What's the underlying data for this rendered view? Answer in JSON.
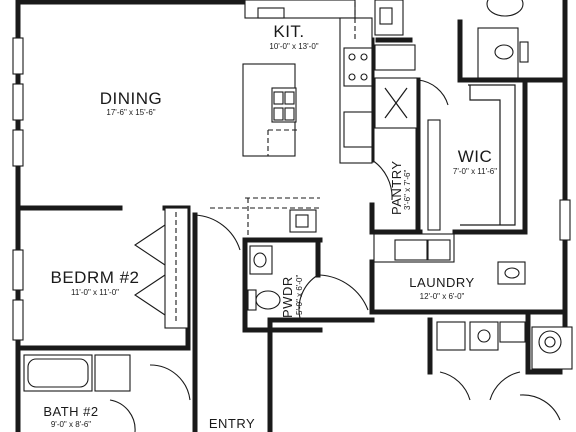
{
  "rooms": {
    "kitchen": {
      "name": "KIT.",
      "dims": "10'-0\" x 13'-0\""
    },
    "dining": {
      "name": "DINING",
      "dims": "17'-6\" x 15'-6\""
    },
    "wic": {
      "name": "WIC",
      "dims": "7'-0\" x 11'-6\""
    },
    "pantry": {
      "name": "PANTRY",
      "dims": "3'-6\" x 7'-6\""
    },
    "bedroom2": {
      "name": "BEDRM #2",
      "dims": "11'-0\" x 11'-0\""
    },
    "powder": {
      "name": "PWDR",
      "dims": "5'-0\" x 6'-0\""
    },
    "laundry": {
      "name": "LAUNDRY",
      "dims": "12'-0\" x 6'-0\""
    },
    "bath2": {
      "name": "BATH #2",
      "dims": "9'-0\" x 8'-6\""
    },
    "entry": {
      "name": "ENTRY"
    }
  }
}
